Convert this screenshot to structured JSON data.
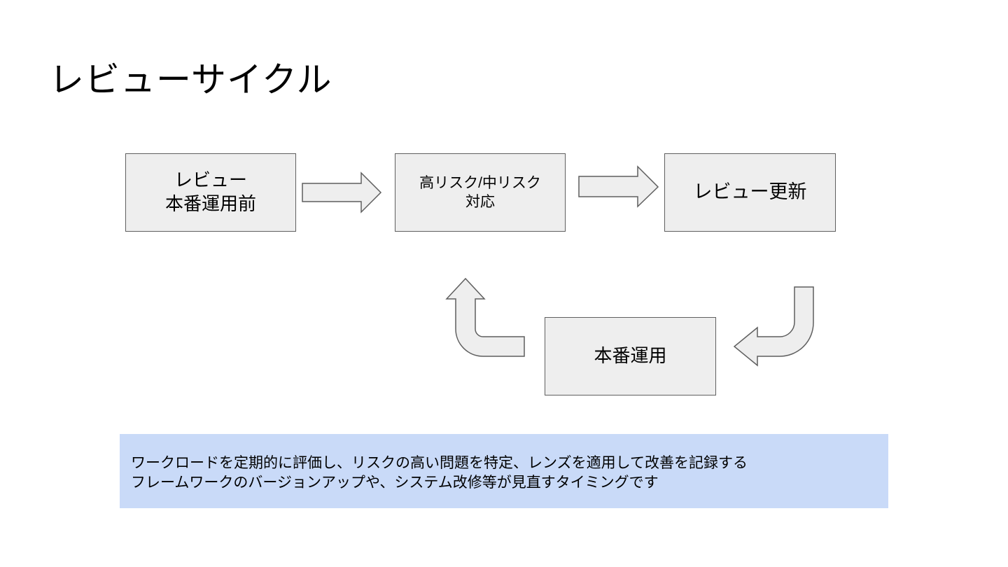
{
  "title": "レビューサイクル",
  "nodes": {
    "pre_production_review": "レビュー\n本番運用前",
    "risk_response": "高リスク/中リスク\n対応",
    "review_update": "レビュー更新",
    "production": "本番運用"
  },
  "note": {
    "line1": "ワークロードを定期的に評価し、リスクの高い問題を特定、レンズを適用して改善を記録する",
    "line2": "フレームワークのバージョンアップや、システム改修等が見直すタイミングです"
  },
  "colors": {
    "box_fill": "#eeeeee",
    "box_border": "#5f5f5f",
    "note_background": "#c9daf8"
  }
}
